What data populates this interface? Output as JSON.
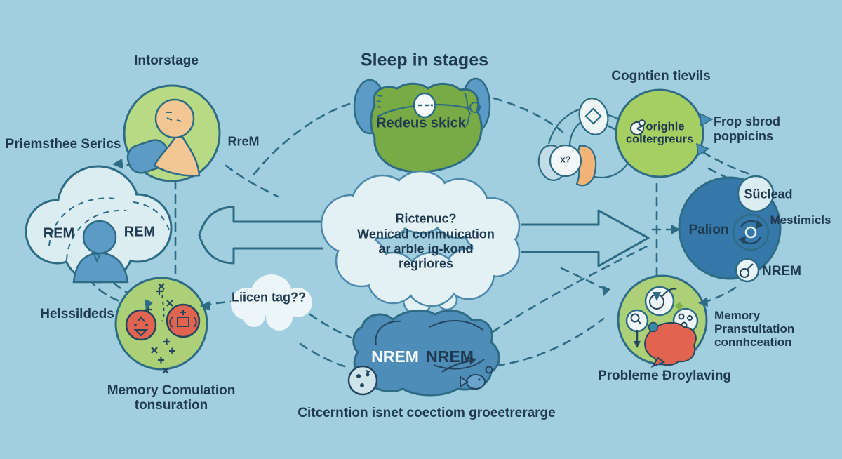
{
  "title": "Sleep in stages",
  "colors": {
    "background": "#a2cfe0",
    "ink": "#2e6b85",
    "text": "#1f3950",
    "green_light": "#b9da85",
    "green_mid": "#abd077",
    "green_dark": "#78ab46",
    "blue_figure": "#5d9bc7",
    "blue_blob": "#4f8db9",
    "blue_circle": "#3578a9",
    "cloud": "#dcedf2",
    "red": "#e16450",
    "skin": "#f4c694",
    "orange": "#f2b377"
  },
  "left": {
    "top_label": "Intorstage",
    "series_label": "Priemsthee Serics",
    "rrem": "RreM",
    "rem_a": "REM",
    "rem_b": "REM",
    "helssildeds": "Helssildeds",
    "memory_line1": "Memory Comulation",
    "memory_line2": "tonsuration",
    "cloud_bubble": "Liicen tag??"
  },
  "center": {
    "brain_label": "Redeus skick",
    "cloud_lines": [
      "Rictenuc?",
      "Wenicad conmuication",
      "ar arble ig-kond",
      "regriores"
    ],
    "nrem_white": "NREM",
    "nrem_dark": "NREM",
    "caption": "Citcerntion isnet coectiom groeetrerarge"
  },
  "right": {
    "top_label": "Cogntien tievils",
    "circle_line1": "orighle",
    "circle_line2": "coltergreurs",
    "frop_line1": "Frop sbrod",
    "frop_line2": "poppicins",
    "x_badge": "x?",
    "suclead": "Süclead",
    "palion": "Palion",
    "mestimicls": "Mestimicls",
    "nrem": "NREM",
    "memory_lines": [
      "Memory",
      "Pranstultation",
      "connhceation"
    ],
    "probleme": "Probleme Ðroylaving"
  }
}
